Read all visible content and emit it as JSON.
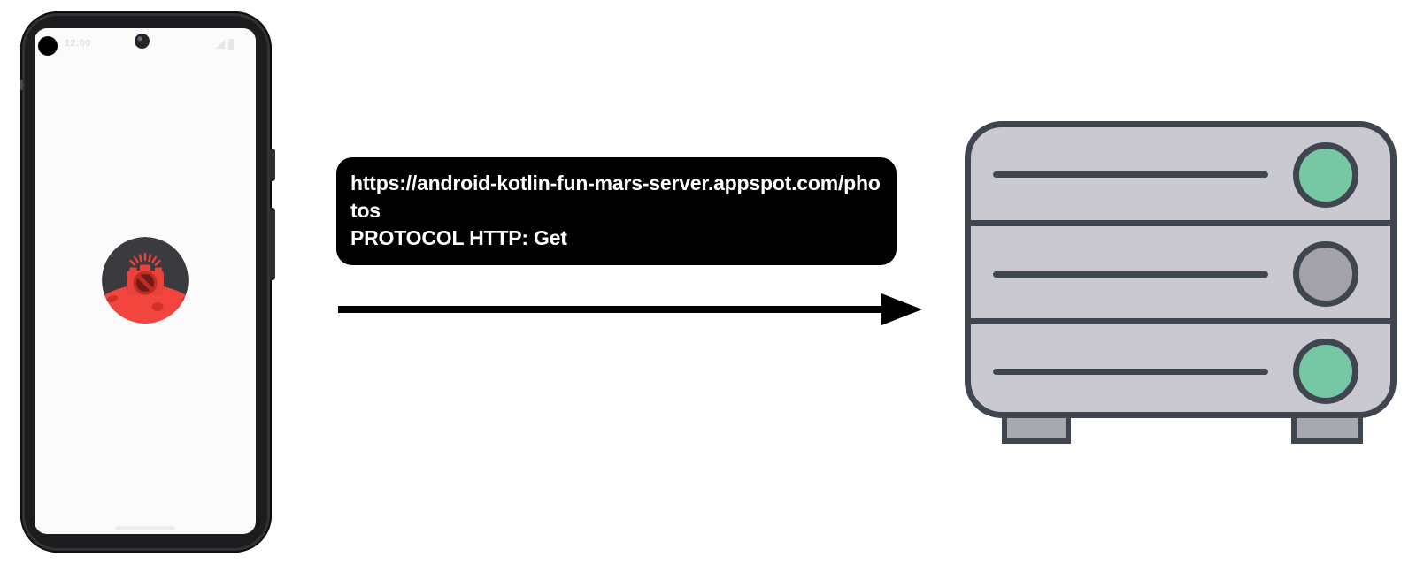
{
  "phone": {
    "status_bar": {
      "time": "12:00"
    }
  },
  "request_label": {
    "url": "https://android-kotlin-fun-mars-server.appspot.com/photos",
    "protocol": "PROTOCOL HTTP: Get"
  },
  "server": {
    "slot_count": 3,
    "leds": [
      "green",
      "gray",
      "green"
    ]
  },
  "icons": {
    "app_icon": "mars-camera-app-icon",
    "camera": "punch-hole-camera-icon",
    "signal": "signal-strength-icon",
    "battery": "battery-icon"
  },
  "colors": {
    "mars_red": "#f2453d",
    "mars_crater": "#d23129",
    "camera_red": "#e8423c",
    "lens_ring": "#c22b26",
    "lens_dark": "#701b18",
    "icon_dark": "#3b3b3f",
    "server_body": "#c9c9cf",
    "server_outline": "#3f4650",
    "server_foot": "#a8a8b0",
    "led_green": "#76c7a3",
    "led_gray": "#a3a2ab",
    "label_bg": "#000000",
    "label_text": "#ffffff",
    "arrow": "#000000",
    "phone_frame": "#1c1c1e",
    "phone_screen": "#fbfbfb"
  }
}
